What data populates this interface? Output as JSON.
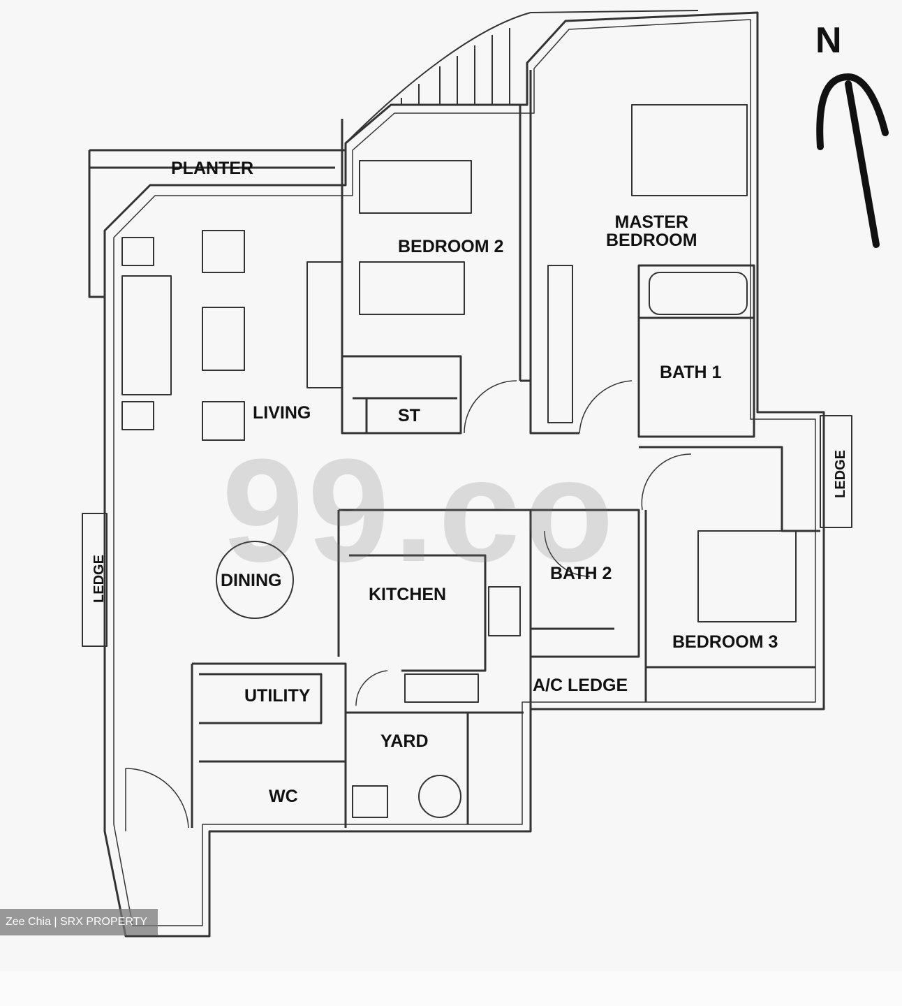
{
  "rooms": {
    "planter": "PLANTER",
    "bedroom2": "BEDROOM 2",
    "master": "MASTER\nBEDROOM",
    "living": "LIVING",
    "st": "ST",
    "bath1": "BATH 1",
    "ledge_right": "LEDGE",
    "ledge_left": "LEDGE",
    "dining": "DINING",
    "kitchen": "KITCHEN",
    "bath2": "BATH 2",
    "bedroom3": "BEDROOM 3",
    "utility": "UTILITY",
    "ac_ledge": "A/C LEDGE",
    "yard": "YARD",
    "wc": "WC"
  },
  "compass": {
    "label": "N"
  },
  "watermark": "99.co",
  "credit": "Zee Chia | SRX PROPERTY"
}
